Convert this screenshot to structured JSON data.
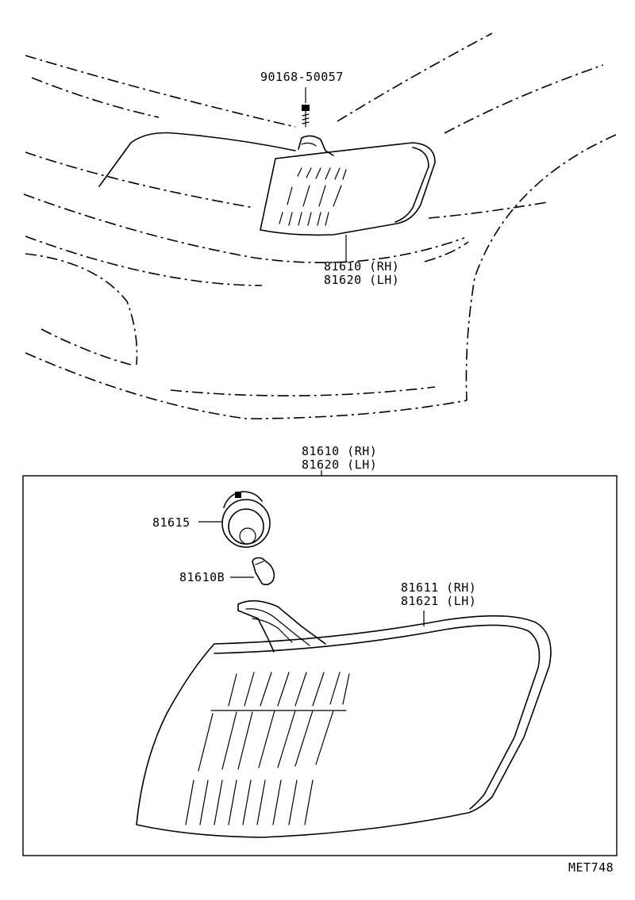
{
  "diagram": {
    "top_view": {
      "bolt_label": "90168-50057",
      "lamp_label_rh": "81610 (RH)",
      "lamp_label_lh": "81620 (LH)"
    },
    "detail_view": {
      "assembly_label_rh": "81610 (RH)",
      "assembly_label_lh": "81620 (LH)",
      "socket_label": "81615",
      "bulb_label": "81610B",
      "lens_label_rh": "81611 (RH)",
      "lens_label_lh": "81621 (LH)"
    },
    "figure_code": "MET748"
  }
}
